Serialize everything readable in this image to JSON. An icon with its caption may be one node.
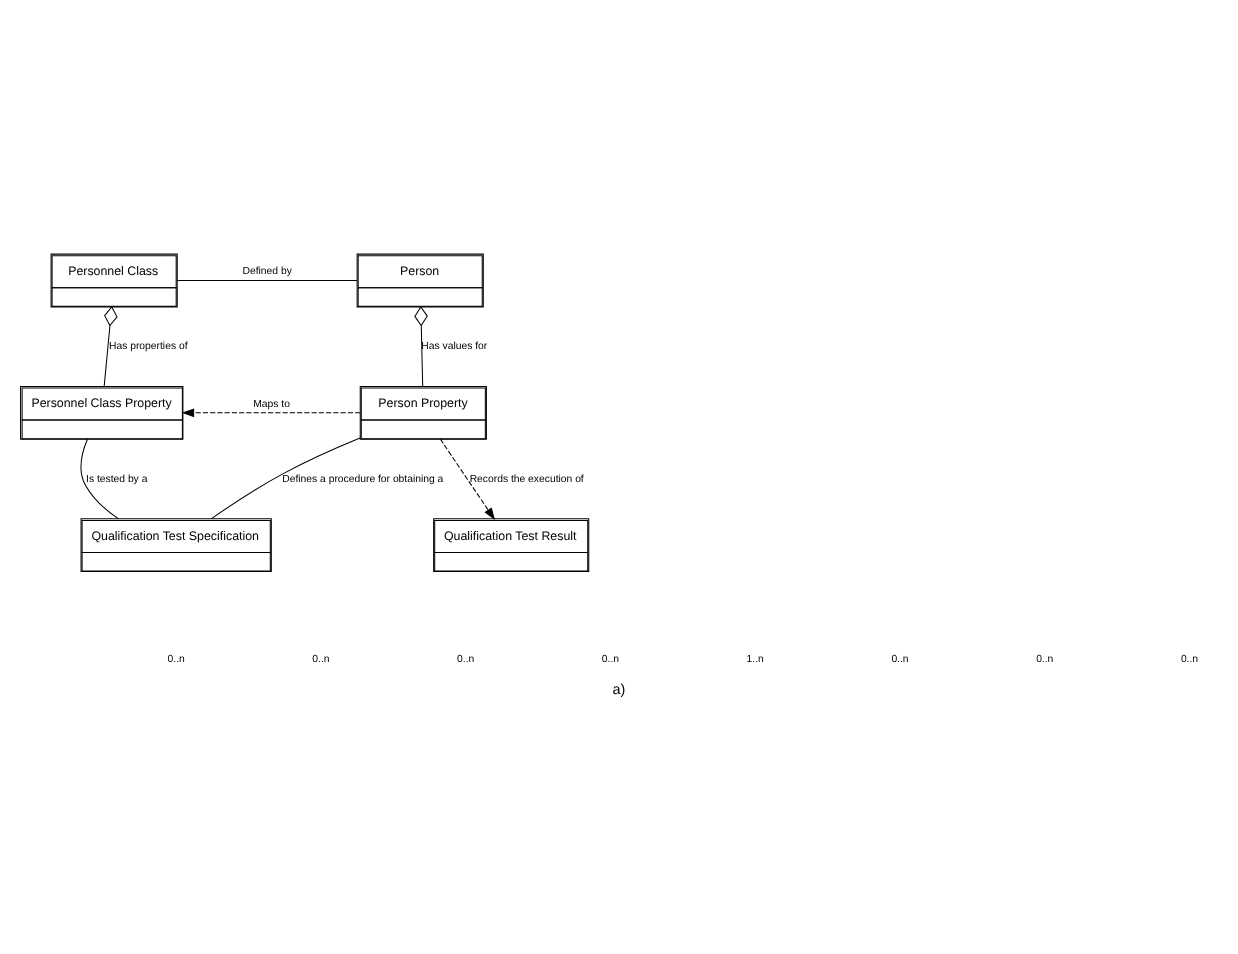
{
  "diagram": {
    "caption": "a)",
    "nodes": [
      {
        "text": [
          "Personnel Class"
        ]
      },
      {
        "text": [
          "Person"
        ]
      },
      {
        "text": [
          "Personnel Class Property"
        ]
      },
      {
        "text": [
          "Person Property"
        ]
      },
      {
        "text": [
          "Qualification Test Specification"
        ]
      },
      {
        "text": [
          "Qualification Test Result"
        ]
      }
    ],
    "edges": [
      {
        "from": 0,
        "to": 1,
        "arrow": "none",
        "label": "Defined by"
      },
      {
        "from": 0,
        "to": 2,
        "arrow": "other",
        "label": "Has properties of"
      },
      {
        "from": 1,
        "to": 3,
        "arrow": "other",
        "label": "Has values for"
      },
      {
        "from": 3,
        "to": 2,
        "arrow": "to",
        "label": "Maps to",
        "style": "dashed"
      },
      {
        "from": 2,
        "to": 4,
        "arrow": "none",
        "label": "Is tested by a"
      },
      {
        "from": 3,
        "to": 4,
        "arrow": "none",
        "label": "Defines a procedure for obtaining a"
      },
      {
        "from": 3,
        "to": 5,
        "arrow": "to",
        "label": "Records the execution of",
        "style": "dashed"
      }
    ],
    "labels": [
      "0..n",
      "0..n",
      "0..n",
      "0..n",
      "1..n",
      "0..n",
      "0..n",
      "0..n"
    ]
  }
}
